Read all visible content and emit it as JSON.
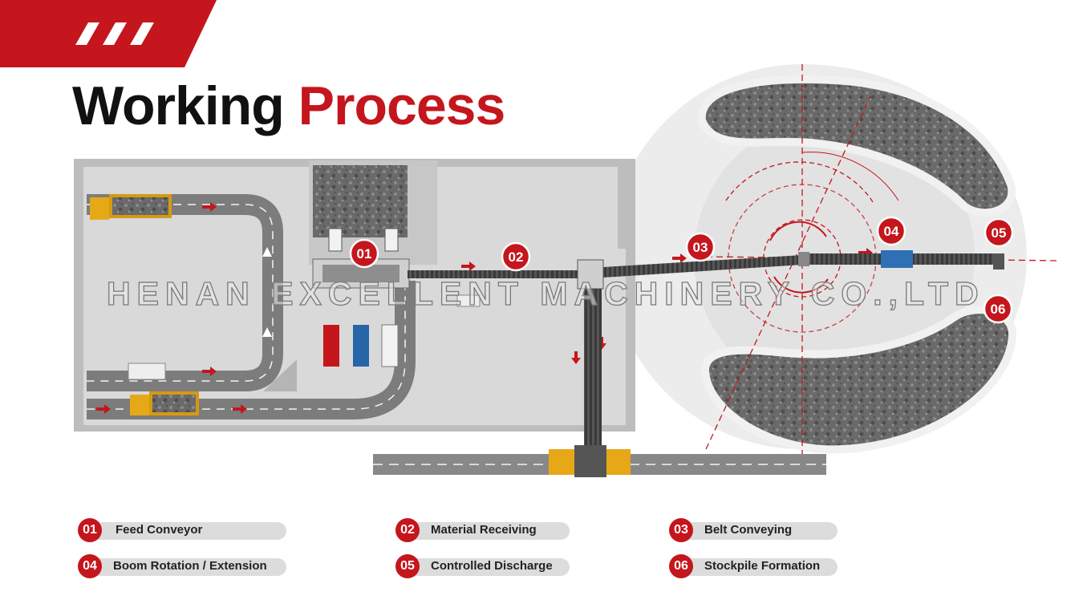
{
  "header": {
    "title_part1": "Working",
    "title_part2": "Process",
    "accent_color": "#c4161c"
  },
  "watermark": "HENAN EXCELLENT MACHINERY CO.,LTD",
  "badges": [
    "01",
    "02",
    "03",
    "04",
    "05",
    "06"
  ],
  "legend": [
    {
      "num": "01",
      "label": "Feed Conveyor"
    },
    {
      "num": "02",
      "label": "Material Receiving"
    },
    {
      "num": "03",
      "label": "Belt Conveying"
    },
    {
      "num": "04",
      "label": "Boom Rotation / Extension"
    },
    {
      "num": "05",
      "label": "Controlled Discharge"
    },
    {
      "num": "06",
      "label": "Stockpile Formation"
    }
  ]
}
